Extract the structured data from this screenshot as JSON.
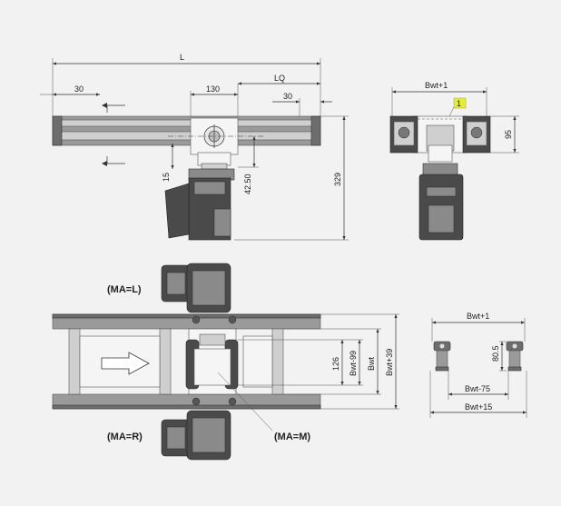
{
  "labels": {
    "L": "L",
    "d30_left": "30",
    "d130": "130",
    "LQ": "LQ",
    "d30_right": "30",
    "d15": "15",
    "d42_50": "42.50",
    "d329": "329",
    "Bwt_plus1_top": "Bwt+1",
    "callout_1": "1",
    "d95": "95",
    "MA_L": "(MA=L)",
    "MA_R": "(MA=R)",
    "MA_M": "(MA=M)",
    "d126": "126",
    "Bwt_minus99": "Bwt-99",
    "Bwt": "Bwt",
    "Bwt_plus39": "Bwt+39",
    "Bwt_plus1_profile": "Bwt+1",
    "d80_5": "80.5",
    "Bwt_minus75": "Bwt-75",
    "Bwt_plus15": "Bwt+15"
  },
  "colors": {
    "background": "#f2f2f2",
    "callout_highlight": "#e6ec3a",
    "line": "#333333"
  }
}
